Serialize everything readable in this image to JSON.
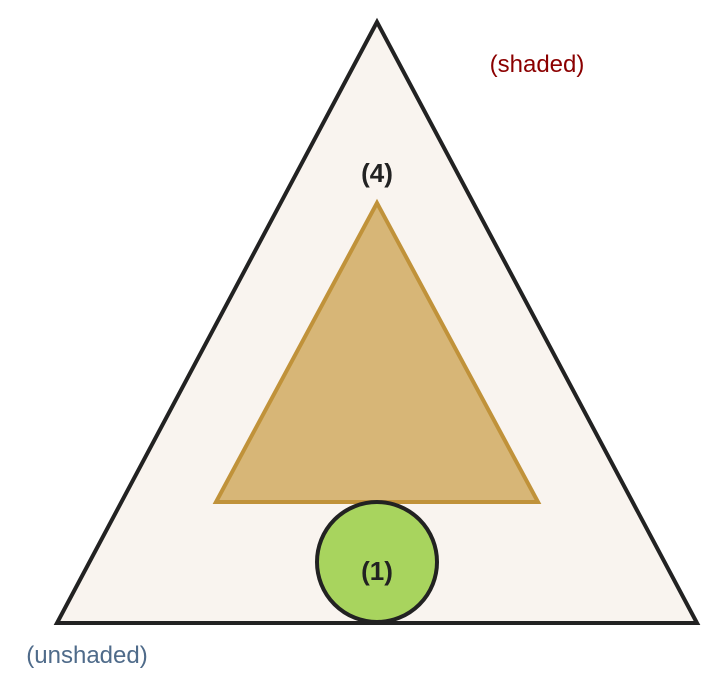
{
  "diagram": {
    "labels": {
      "shaded": "(shaded)",
      "unshaded": "(unshaded)",
      "inner_triangle": "(4)",
      "circle": "(1)"
    },
    "colors": {
      "outer_fill": "#f9f4ef",
      "outer_stroke": "#222222",
      "inner_fill": "#d7b677",
      "inner_stroke": "#c0923a",
      "circle_fill": "#a8d45e",
      "circle_stroke": "#222222",
      "shaded_text": "#8b0000",
      "unshaded_text": "#4f6b8a",
      "bold_text": "#222222"
    }
  }
}
